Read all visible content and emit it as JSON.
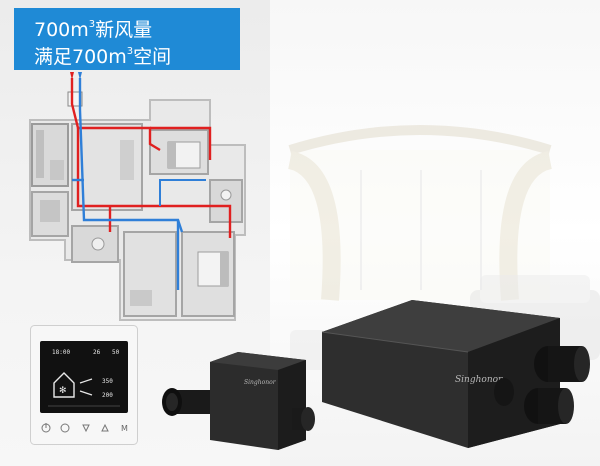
{
  "header": {
    "line1_pre": "700m",
    "line1_sup": "3",
    "line1_post": "新风量",
    "line2_pre": "满足700m",
    "line2_sup": "3",
    "line2_post": "空间"
  },
  "controller": {
    "time": "18:00",
    "indoor_value": "26",
    "humidity": "50",
    "airflow_high": "350",
    "airflow_low": "200",
    "mode_button": "M"
  },
  "units": {
    "small_brand": "Singhonor",
    "large_brand": "Singhonor"
  },
  "colors": {
    "banner": "#1f8ad6",
    "supply_duct": "#e02020",
    "exhaust_duct": "#2f7fd8",
    "unit_body": "#2e2e2e"
  }
}
